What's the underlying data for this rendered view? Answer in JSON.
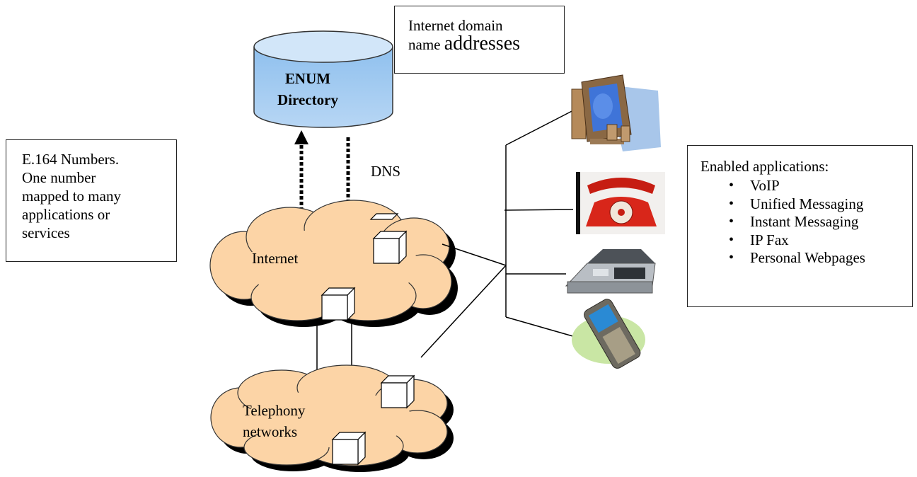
{
  "enum_directory": {
    "line1": "ENUM",
    "line2": "Directory"
  },
  "domain_box": {
    "line1": "Internet domain",
    "line2a": "name ",
    "line2b": "addresses"
  },
  "e164_box": {
    "lines": [
      "E.164 Numbers.",
      "One number",
      "mapped to many",
      "applications or",
      "services"
    ]
  },
  "dns_label": "DNS",
  "internet_label": "Internet",
  "telephony_label": {
    "line1": "Telephony",
    "line2": "networks"
  },
  "apps_box": {
    "heading": "Enabled applications:",
    "items": [
      "VoIP",
      "Unified Messaging",
      "Instant Messaging",
      "IP Fax",
      "Personal Webpages"
    ]
  },
  "colors": {
    "cloud_fill": "#fcd4a6",
    "cloud_shadow": "#000000",
    "cylinder_fill": "#a9cdf2",
    "cylinder_top": "#cde3f8"
  },
  "devices": [
    "computer-monitor-icon",
    "rotary-phone-icon",
    "fax-machine-icon",
    "mobile-phone-icon"
  ]
}
